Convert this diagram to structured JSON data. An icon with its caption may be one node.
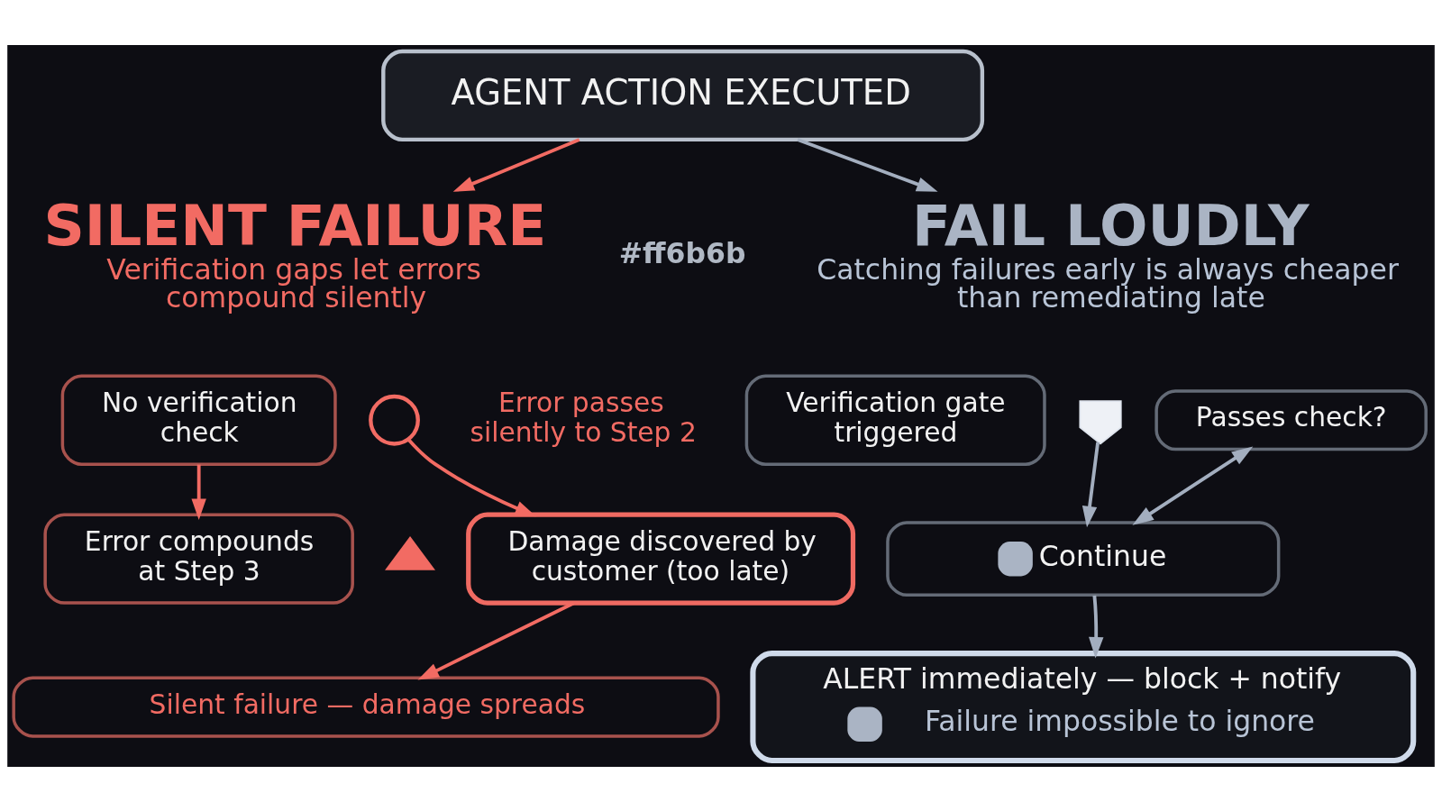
{
  "diagram": {
    "nodes": [
      {
        "text": [
          "AGENT ACTION EXECUTED"
        ]
      },
      {
        "text": [
          "SILENT FAILURE",
          "Verification gaps let errors compound silently"
        ]
      },
      {
        "text": [
          "FAIL LOUDLY",
          "Catching failures early is always cheaper than remediating late"
        ]
      },
      {
        "text": [
          "No verification check"
        ]
      },
      {
        "text": [],
        "shape": "circle",
        "beside": [
          "Error passes silently to Step 2"
        ]
      },
      {
        "text": [
          "Error compounds at Step 3"
        ]
      },
      {
        "text": [],
        "shape": "triangle"
      },
      {
        "text": [
          "Damage discovered by customer (too late)"
        ]
      },
      {
        "text": [
          "Silent failure — damage spreads"
        ]
      },
      {
        "text": [
          "Verification gate triggered"
        ]
      },
      {
        "text": [],
        "shape": "shield"
      },
      {
        "text": [
          "Passes check?"
        ]
      },
      {
        "text": [
          "Continue"
        ]
      },
      {
        "text": [
          "ALERT immediately — block + notify",
          "Failure impossible to ignore"
        ]
      }
    ],
    "edges": [
      {
        "from": 0,
        "to": 1,
        "arrow": "to",
        "color": "#f26b63"
      },
      {
        "from": 0,
        "to": 2,
        "arrow": "to",
        "color": "#a3aebf"
      },
      {
        "from": 3,
        "to": 5,
        "arrow": "to",
        "color": "#f26b63"
      },
      {
        "from": 4,
        "to": 7,
        "arrow": "to",
        "color": "#f26b63"
      },
      {
        "from": 7,
        "to": 8,
        "arrow": "to",
        "color": "#f26b63"
      },
      {
        "from": 10,
        "to": 12,
        "arrow": "to",
        "color": "#a3aebf"
      },
      {
        "from": 11,
        "to": 12,
        "arrow": "both",
        "color": "#a3aebf"
      },
      {
        "from": 12,
        "to": 13,
        "arrow": "to",
        "color": "#a3aebf"
      }
    ],
    "labels": [
      "#ff6b6b"
    ]
  }
}
